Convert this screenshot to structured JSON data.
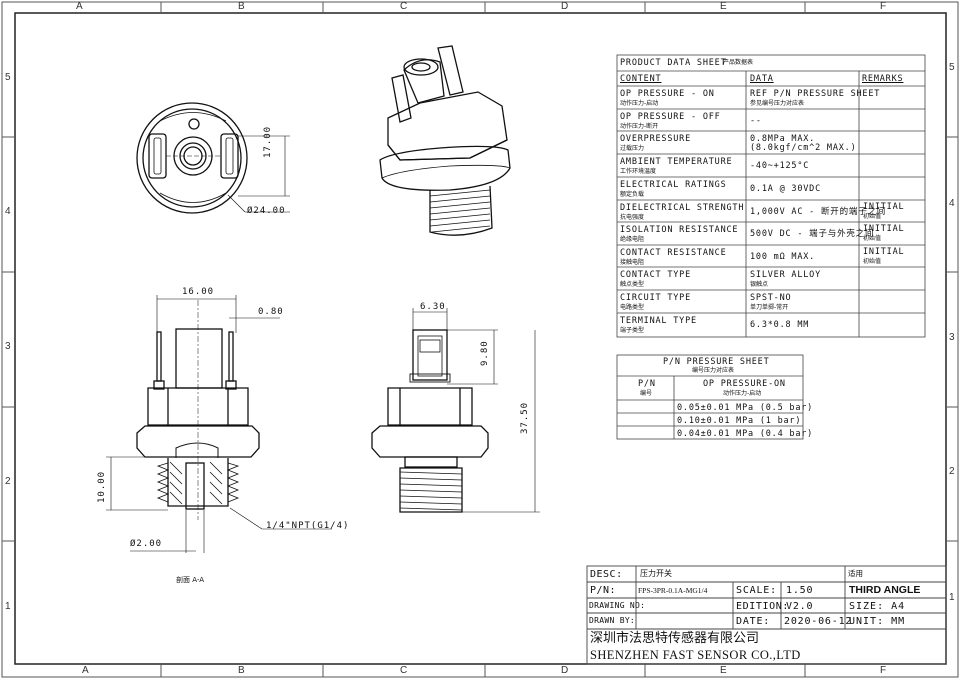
{
  "border_zones": {
    "columns": [
      "A",
      "B",
      "C",
      "D",
      "E",
      "F"
    ],
    "rows": [
      "5",
      "4",
      "3",
      "2",
      "1"
    ]
  },
  "dimensions": {
    "diameter_24": "Ø24.00",
    "height_17": "17.00",
    "width_16": "16.00",
    "offset_080": "0.80",
    "height_10": "10.00",
    "diameter_2": "Ø2.00",
    "thread": "1/4\"NPT(G1/4)",
    "width_630": "6.30",
    "height_980": "9.80",
    "height_3750": "37.50"
  },
  "section_label": "剖面 A-A",
  "product_sheet": {
    "title": "PRODUCT DATA SHEET",
    "title_cn": "产品数据表",
    "headers": {
      "content": "CONTENT",
      "data": "DATA",
      "remarks": "REMARKS"
    },
    "rows": [
      {
        "content": "OP PRESSURE - ON",
        "content_cn": "动作压力-启动",
        "data": "REF P/N PRESSURE SHEET",
        "data_cn": "参见编号压力对应表",
        "remark": "",
        "remark_cn": ""
      },
      {
        "content": "OP PRESSURE - OFF",
        "content_cn": "动作压力-断开",
        "data": "--",
        "data_cn": "",
        "remark": "",
        "remark_cn": ""
      },
      {
        "content": "OVERPRESSURE",
        "content_cn": "过载压力",
        "data": "0.8MPa MAX.",
        "data_cn": "(8.0kgf/cm^2 MAX.)",
        "remark": "",
        "remark_cn": ""
      },
      {
        "content": "AMBIENT TEMPERATURE",
        "content_cn": "工作环境温度",
        "data": "-40~+125°C",
        "data_cn": "",
        "remark": "",
        "remark_cn": ""
      },
      {
        "content": "ELECTRICAL RATINGS",
        "content_cn": "额定负载",
        "data": "0.1A @ 30VDC",
        "data_cn": "",
        "remark": "",
        "remark_cn": ""
      },
      {
        "content": "DIELECTRICAL STRENGTH",
        "content_cn": "抗电强度",
        "data": "1,000V AC - 断开的端子之间",
        "data_cn": "",
        "remark": "INITIAL",
        "remark_cn": "初始值"
      },
      {
        "content": "ISOLATION RESISTANCE",
        "content_cn": "绝缘电阻",
        "data": "500V DC - 端子与外壳之间",
        "data_cn": "",
        "remark": "INITIAL",
        "remark_cn": "初始值"
      },
      {
        "content": "CONTACT RESISTANCE",
        "content_cn": "接触电阻",
        "data": "100 mΩ MAX.",
        "data_cn": "",
        "remark": "INITIAL",
        "remark_cn": "初始值"
      },
      {
        "content": "CONTACT TYPE",
        "content_cn": "触点类型",
        "data": "SILVER ALLOY",
        "data_cn": "银触点",
        "remark": "",
        "remark_cn": ""
      },
      {
        "content": "CIRCUIT TYPE",
        "content_cn": "电路类型",
        "data": "SPST-NO",
        "data_cn": "单刀单掷-常开",
        "remark": "",
        "remark_cn": ""
      },
      {
        "content": "TERMINAL TYPE",
        "content_cn": "端子类型",
        "data": "6.3*0.8 MM",
        "data_cn": "",
        "remark": "",
        "remark_cn": ""
      }
    ]
  },
  "pn_sheet": {
    "title": "P/N PRESSURE SHEET",
    "title_cn": "编号压力对应表",
    "col1": "P/N",
    "col1_cn": "编号",
    "col2": "OP PRESSURE-ON",
    "col2_cn": "动作压力-启动",
    "rows": [
      "0.05±0.01 MPa (0.5 bar)",
      "0.10±0.01 MPa (1 bar)",
      "0.04±0.01 MPa (0.4 bar)"
    ]
  },
  "title_block": {
    "desc_label": "DESC:",
    "desc_value": "压力开关",
    "applied_label": "适用",
    "pn_label": "P/N:",
    "pn_value": "FPS-3PR-0.1A-MG1/4",
    "scale_label": "SCALE:",
    "scale_value": "1.50",
    "angle": "THIRD ANGLE",
    "drawing_label": "DRAWING NO:",
    "edition_label": "EDITION:",
    "edition_value": "V2.0",
    "size_label": "SIZE: A4",
    "drawn_label": "DRAWN BY:",
    "date_label": "DATE:",
    "date_value": "2020-06-12",
    "unit_label": "UNIT: MM",
    "company_cn": "深圳市法思特传感器有限公司",
    "company_en": "SHENZHEN FAST SENSOR CO.,LTD"
  }
}
